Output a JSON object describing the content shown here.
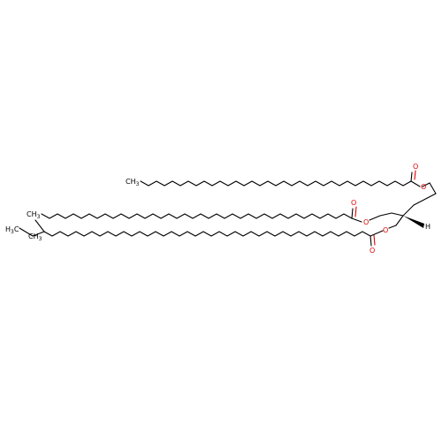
{
  "molecule": {
    "atom_labels": {
      "oxygen": "O",
      "carbon": "C",
      "hydrogen": "H",
      "methyl": "CH",
      "methyl_subscript": "3",
      "h3c_prefix": "H",
      "h3c_subscript": "3",
      "h3c_suffix": "C"
    },
    "colors": {
      "bond": "#000000",
      "oxygen": "#e00000",
      "background": "#ffffff"
    }
  }
}
